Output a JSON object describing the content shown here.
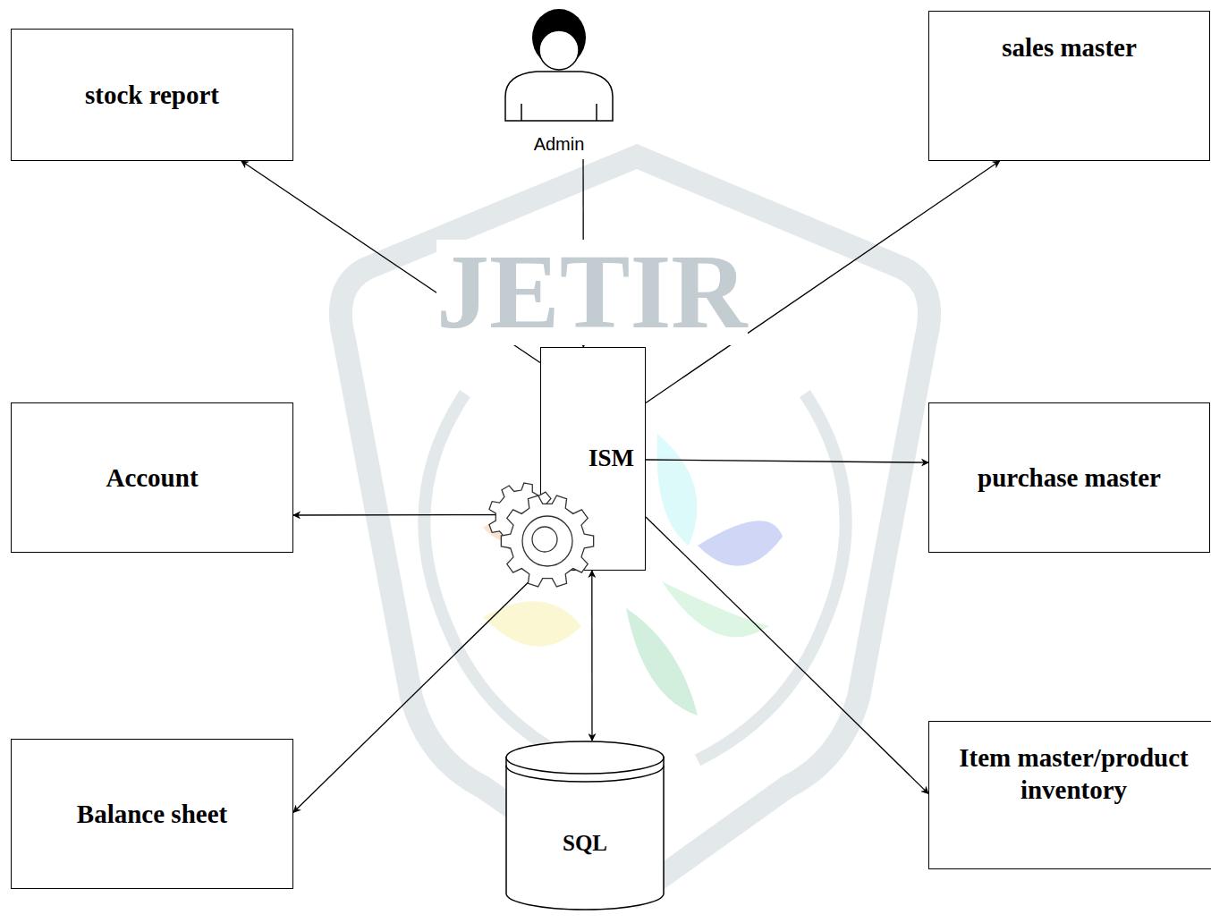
{
  "diagram": {
    "nodes": [
      {
        "text": [
          "stock report"
        ]
      },
      {
        "text": [
          "Admin"
        ]
      },
      {
        "text": [
          "sales master"
        ]
      },
      {
        "text": [
          "ISM"
        ]
      },
      {
        "text": [
          "Account"
        ]
      },
      {
        "text": [
          "purchase master"
        ]
      },
      {
        "text": [
          "Balance sheet"
        ]
      },
      {
        "text": [
          "SQL"
        ]
      },
      {
        "text": [
          "Item master/product inventory"
        ]
      }
    ],
    "edges": [
      {
        "from": 1,
        "to": 3,
        "arrow": "to"
      },
      {
        "from": 3,
        "to": 0,
        "arrow": "to"
      },
      {
        "from": 3,
        "to": 2,
        "arrow": "to"
      },
      {
        "from": 3,
        "to": 5,
        "arrow": "to"
      },
      {
        "from": 3,
        "to": 4,
        "arrow": "to"
      },
      {
        "from": 3,
        "to": 6,
        "arrow": "to"
      },
      {
        "from": 3,
        "to": 7,
        "arrow": "both"
      },
      {
        "from": 3,
        "to": 8,
        "arrow": "to"
      }
    ],
    "labels": [
      "JETIR"
    ]
  }
}
